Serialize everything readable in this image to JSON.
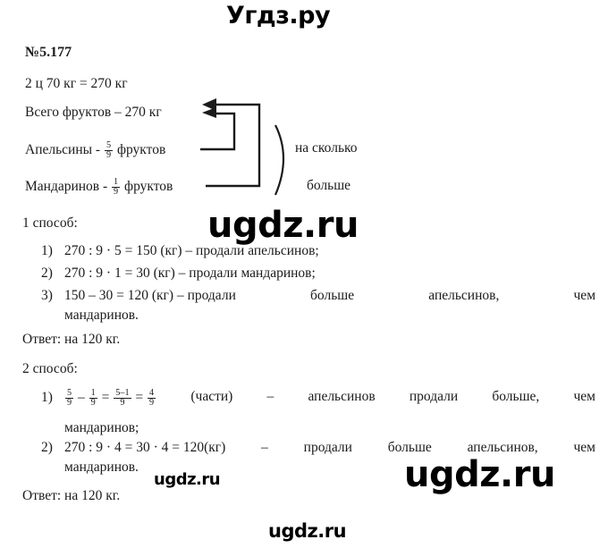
{
  "watermarks": {
    "top": "Угдз.ру",
    "middle": "ugdz.ru",
    "lower_small": "ugdz.ru",
    "lower_big": "ugdz.ru",
    "bottom": "ugdz.ru"
  },
  "task": {
    "number": "№5.177",
    "given": "2 ц 70 кг = 270 кг"
  },
  "diagram": {
    "total_label": "Всего фруктов – 270 кг",
    "oranges_prefix": "Апельсины - ",
    "oranges_num": "5",
    "oranges_den": "9",
    "oranges_suffix": " фруктов",
    "mandarins_prefix": "Мандаринов  - ",
    "mandarins_num": "1",
    "mandarins_den": "9",
    "mandarins_suffix": " фруктов",
    "question_top": "на сколько",
    "question_bottom": "больше"
  },
  "method1": {
    "heading": "1 способ:",
    "steps": [
      {
        "marker": "1)",
        "text": "270 : 9 · 5 = 150 (кг) – продали апельсинов;"
      },
      {
        "marker": "2)",
        "text": "270 : 9 · 1 = 30 (кг) – продали мандаринов;"
      },
      {
        "marker": "3)",
        "lead": "150 – 30 = 120 (кг) – продали",
        "w1": "больше",
        "w2": "апельсинов,",
        "w3": "чем",
        "cont": "мандаринов."
      }
    ],
    "answer": "Ответ: на 120 кг."
  },
  "method2": {
    "heading": "2 способ:",
    "steps": [
      {
        "marker": "1)",
        "f1_num": "5",
        "f1_den": "9",
        "minus": "–",
        "f2_num": "1",
        "f2_den": "9",
        "eq1": "=",
        "f3_num": "5–1",
        "f3_den": "9",
        "eq2": "=",
        "f4_num": "4",
        "f4_den": "9",
        "w0": "(части)",
        "w1": "–",
        "w2": "апельсинов",
        "w3": "продали",
        "w4": "больше,",
        "w5": "чем",
        "cont": "мандаринов;"
      },
      {
        "marker": "2)",
        "lead": "270 : 9 · 4 = 30 · 4 = 120(кг)",
        "w1": "–",
        "w2": "продали",
        "w3": "больше",
        "w4": "апельсинов,",
        "w5": "чем",
        "cont": "мандаринов."
      }
    ],
    "answer": "Ответ: на 120 кг."
  },
  "colors": {
    "ink": "#1b1b1b",
    "background": "#ffffff",
    "watermark": "#000000"
  }
}
